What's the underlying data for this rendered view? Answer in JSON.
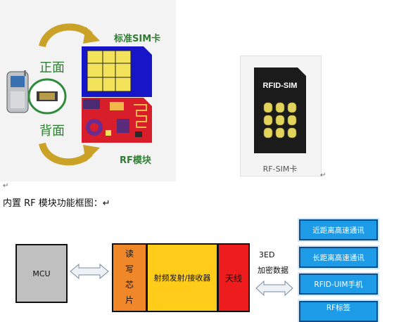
{
  "top_left": {
    "standard_sim_label": "标准SIM卡",
    "front_label": "正面",
    "back_label": "背面",
    "rf_module_label": "RF模块"
  },
  "rfsim": {
    "card_text": "RFID-SIM",
    "caption": "RF-SIM卡"
  },
  "para_marks": {
    "mark1": "↵",
    "mark2": "↵",
    "mark3": "↵"
  },
  "section_title": "内置 RF 模块功能框图：↵",
  "diagram": {
    "mcu_label": "MCU",
    "reader_chip_chars": [
      "读",
      "写",
      "芯",
      "片"
    ],
    "transceiver_label": "射频发射/接收器",
    "antenna_label": "天线",
    "enc_line1": "3ED",
    "enc_line2": "加密数据",
    "targets": [
      "近距离高速通讯",
      "长距离高速通讯",
      "RFID-UIM手机",
      "RF标签"
    ]
  },
  "colors": {
    "green_label": "#2e7d32",
    "arrow_gold": "#b8860b",
    "sim_blue": "#1616c8",
    "sim_gold": "#f2e35a",
    "pcb_red": "#d81e2a",
    "mcu_grey": "#c0c0c0",
    "reader_orange": "#f0882a",
    "transceiver_yellow": "#ffcc1a",
    "antenna_red": "#ee1c1c",
    "target_blue": "#1e9be6"
  }
}
